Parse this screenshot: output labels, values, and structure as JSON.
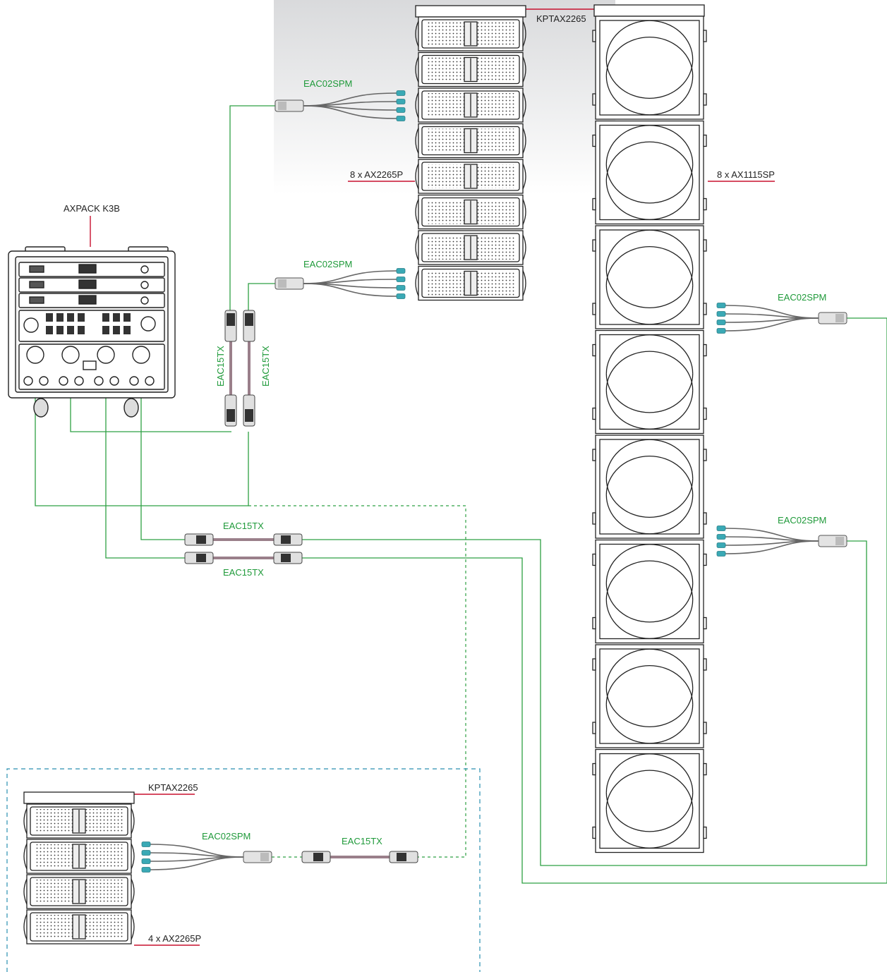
{
  "colors": {
    "cable_green": "#2ea043",
    "label_green": "#1f9a3a",
    "accent_red": "#c8102e",
    "dashed_blue": "#2a8fb0",
    "connector_teal": "#3aa9b5",
    "equipment_stroke": "#222222"
  },
  "labels": {
    "rack": "AXPACK K3B",
    "main_frame": "KPTAX2265",
    "main_array": "8 x AX2265P",
    "sub_array": "8 x AX1115SP",
    "spm_main_top": "EAC02SPM",
    "spm_main_mid": "EAC02SPM",
    "spm_sub_upper": "EAC02SPM",
    "spm_sub_lower": "EAC02SPM",
    "spm_fill": "EAC02SPM",
    "tx_vertical_1": "EAC15TX",
    "tx_vertical_2": "EAC15TX",
    "tx_horizontal_upper": "EAC15TX",
    "tx_horizontal_lower": "EAC15TX",
    "tx_fill": "EAC15TX",
    "fill_frame": "KPTAX2265",
    "fill_array": "4 x AX2265P"
  },
  "icons": [
    "amplifier-rack-icon",
    "line-array-speaker-icon",
    "subwoofer-icon",
    "breakout-connector-icon",
    "cable-connector-icon"
  ]
}
